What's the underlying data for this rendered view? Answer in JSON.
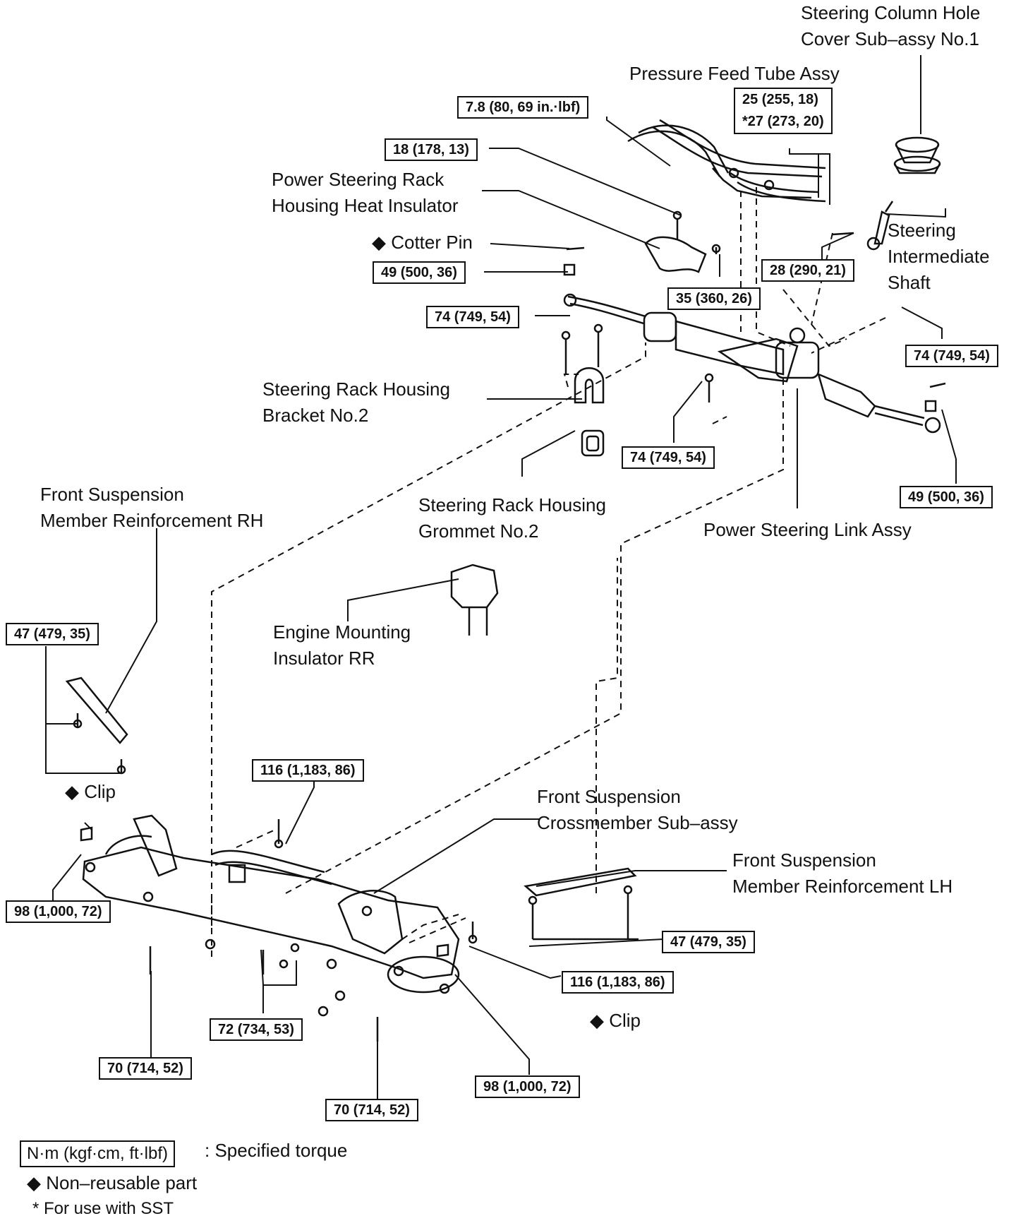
{
  "labels": {
    "column_cover": "Steering Column Hole\nCover Sub–assy No.1",
    "pressure_feed": "Pressure Feed Tube Assy",
    "heat_insulator": "Power Steering Rack\nHousing Heat Insulator",
    "cotter_pin": "◆ Cotter Pin",
    "intermediate_shaft": "Steering\nIntermediate\nShaft",
    "bracket": "Steering Rack Housing\nBracket No.2",
    "grommet": "Steering Rack Housing\nGrommet No.2",
    "link_assy": "Power Steering Link Assy",
    "reinf_rh": "Front Suspension\nMember Reinforcement RH",
    "engine_mount": "Engine Mounting\nInsulator RR",
    "clip_left": "◆ Clip",
    "crossmember": "Front Suspension\nCrossmember Sub–assy",
    "reinf_lh": "Front Suspension\nMember Reinforcement LH",
    "clip_right": "◆ Clip"
  },
  "torques": {
    "t_7_8": "7.8 (80, 69 in.·lbf)",
    "t_25": "25 (255, 18)\n*27 (273, 20)",
    "t_18": "18 (178, 13)",
    "t_49_top": "49 (500, 36)",
    "t_35": "35 (360, 26)",
    "t_28": "28 (290, 21)",
    "t_74_a": "74 (749, 54)",
    "t_74_b": "74 (749, 54)",
    "t_74_c": "74 (749, 54)",
    "t_49_right": "49 (500, 36)",
    "t_47_rh": "47 (479, 35)",
    "t_116_a": "116 (1,183, 86)",
    "t_98_left": "98 (1,000, 72)",
    "t_47_lh": "47 (479, 35)",
    "t_116_b": "116 (1,183, 86)",
    "t_72": "72 (734, 53)",
    "t_70_a": "70 (714, 52)",
    "t_98_right": "98 (1,000, 72)",
    "t_70_b": "70 (714, 52)"
  },
  "legend": {
    "unit_box": "N·m (kgf·cm, ft·lbf)",
    "unit_desc": ": Specified torque",
    "nonreusable": "◆ Non–reusable part",
    "sst": "* For use with SST"
  }
}
